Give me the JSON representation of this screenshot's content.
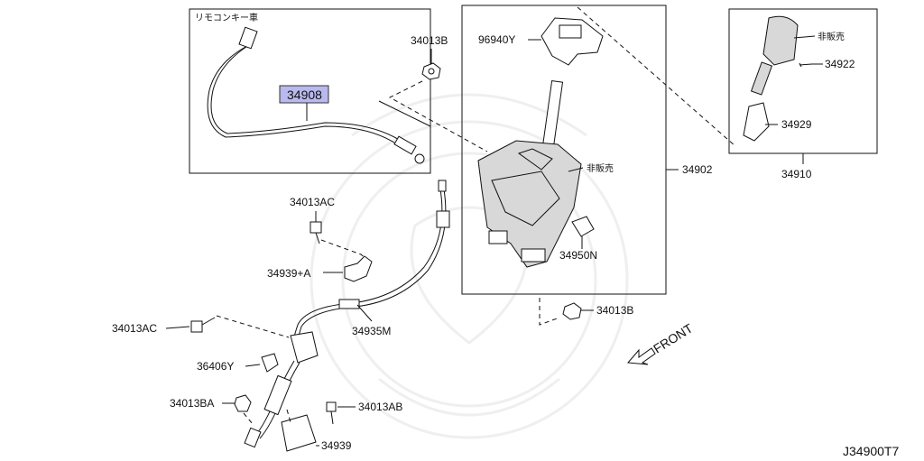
{
  "diagram_code": "J34900T7",
  "direction_label": "FRONT",
  "inset_remote": {
    "title": "リモコンキー車",
    "highlighted_part": "34908"
  },
  "inset_knob": {
    "note": "非販売",
    "parts": [
      "34922",
      "34929"
    ],
    "assembly": "34910"
  },
  "main_box": {
    "note": "非販売",
    "parts": [
      "96940Y",
      "34950N"
    ],
    "assembly": "34902"
  },
  "parts": {
    "p34013b_top": "34013B",
    "p34013b_bottom": "34013B",
    "p34013ac_top": "34013AC",
    "p34013ac_left": "34013AC",
    "p34939a": "34939+A",
    "p34935m": "34935M",
    "p36406y": "36406Y",
    "p34013ba": "34013BA",
    "p34013ab": "34013AB",
    "p34939": "34939"
  }
}
